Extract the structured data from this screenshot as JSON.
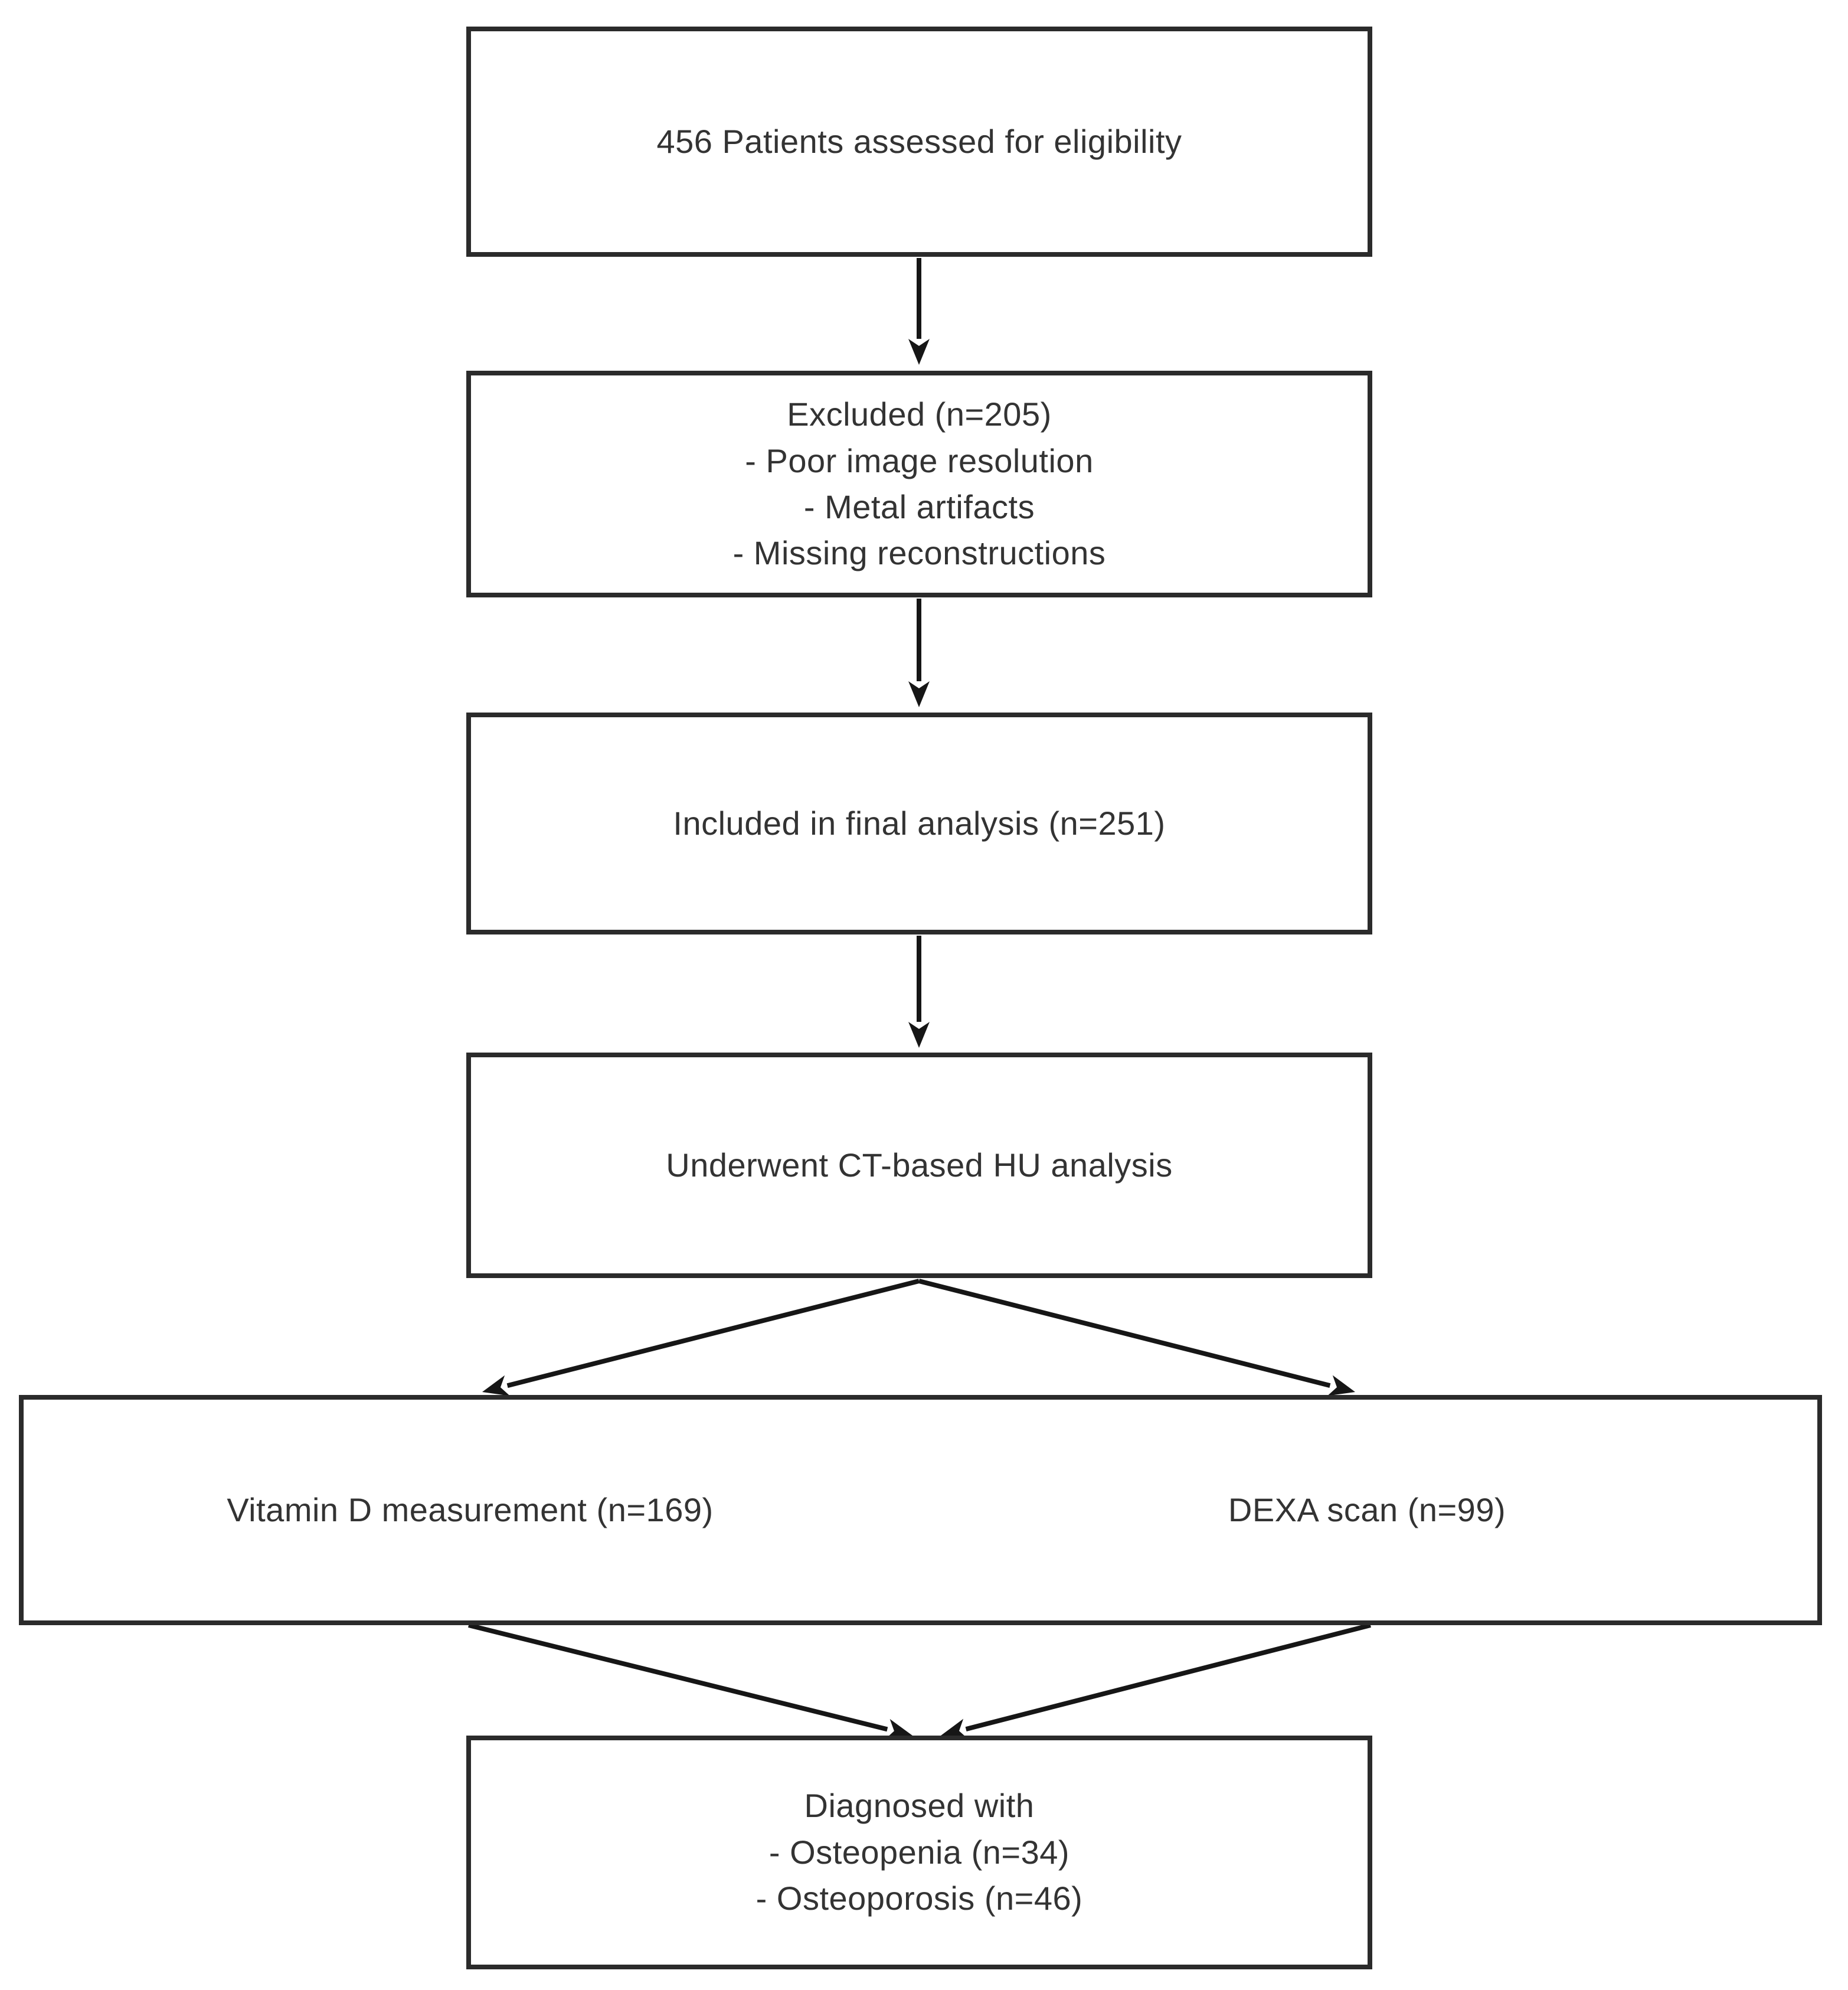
{
  "figure": {
    "type": "patient-flow-diagram",
    "background_color": "#ffffff",
    "box_border_color": "#2b2b2b",
    "arrow_color": "#161616",
    "text_color": "#333333",
    "nodes": {
      "assessed": {
        "text": "456 Patients assessed for eligibility"
      },
      "excluded": {
        "text": "Excluded (n=205)\n- Poor image resolution\n- Metal artifacts\n- Missing reconstructions"
      },
      "included": {
        "text": "Included in final analysis (n=251)"
      },
      "ct_analysis": {
        "text": "Underwent CT-based HU analysis"
      },
      "vitamin_d": {
        "text": "Vitamin D measurement (n=169)"
      },
      "dexa": {
        "text": "DEXA scan (n=99)"
      },
      "diagnosed": {
        "text": "Diagnosed with\n- Osteopenia (n=34)\n- Osteoporosis (n=46)"
      }
    }
  }
}
